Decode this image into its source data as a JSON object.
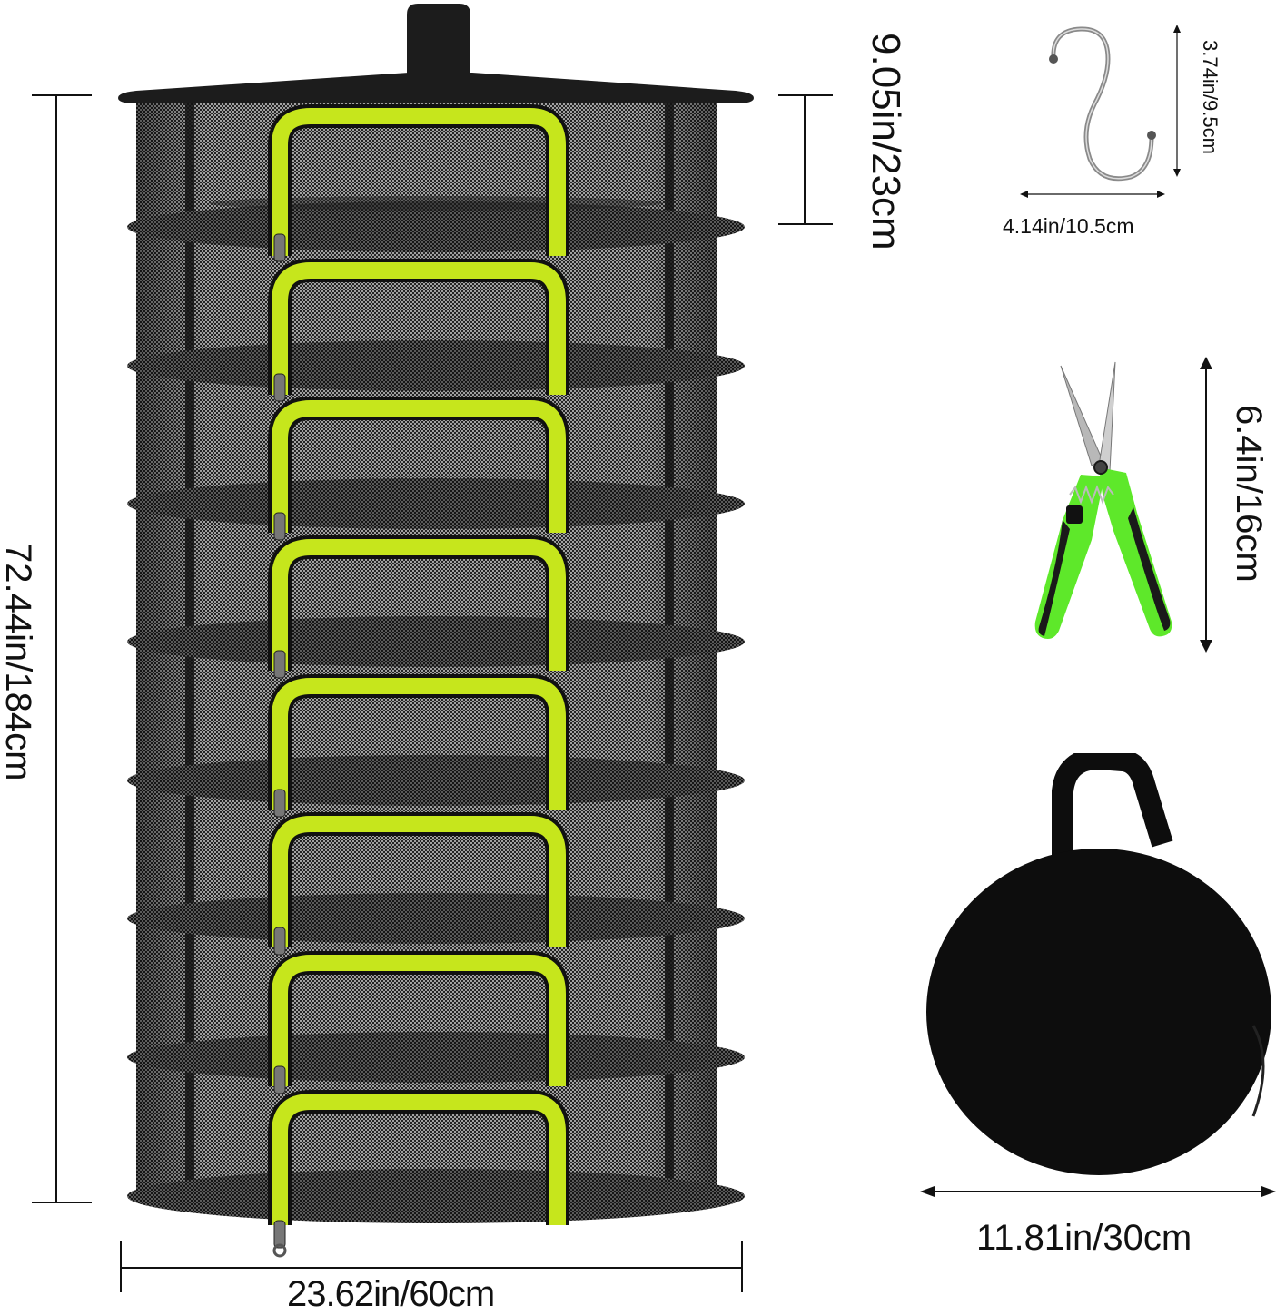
{
  "product": {
    "name": "8-tier hanging mesh drying rack",
    "tiers": 8,
    "colors": {
      "mesh": "#1a1a1a",
      "mesh_light": "#3a3a3a",
      "zipper": "#c6e61c",
      "zipper_dark": "#111111",
      "cover": "#1c1c1c",
      "shears_green": "#5ee82a",
      "shears_black": "#1a1a1a",
      "blade": "#b8b8b8",
      "hook": "#8a8a8a",
      "bag": "#0d0d0d",
      "line": "#111111"
    }
  },
  "dimensions": {
    "rack_height": "72.44in/184cm",
    "tier_height": "9.05in/23cm",
    "rack_diameter": "23.62in/60cm",
    "hook_height": "3.74in/9.5cm",
    "hook_width": "4.14in/10.5cm",
    "shears_length": "6.4in/16cm",
    "bag_diameter": "11.81in/30cm"
  },
  "accessories": [
    {
      "name": "S-hook",
      "icon": "s-hook-icon"
    },
    {
      "name": "Pruning shears",
      "icon": "shears-icon"
    },
    {
      "name": "Storage bag",
      "icon": "storage-bag-icon"
    }
  ]
}
